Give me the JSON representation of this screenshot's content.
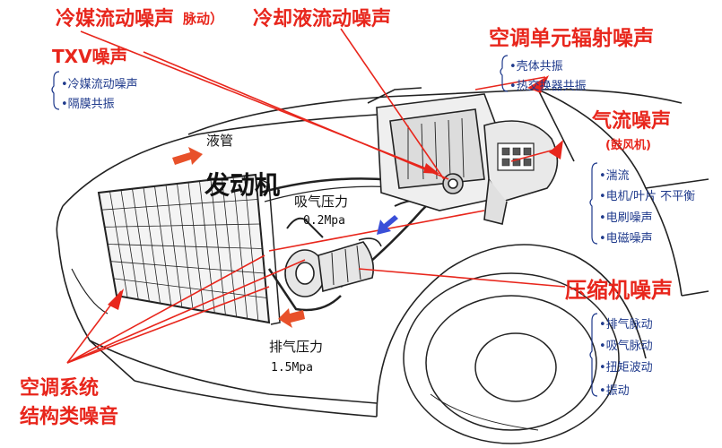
{
  "colors": {
    "label_red": "#e8261c",
    "label_blue": "#1f3a8c",
    "arrow_red": "#e8261c",
    "arrow_orange": "#e8512a",
    "arrow_blue": "#3a4fd8"
  },
  "labels": {
    "refrigerant_flow_noise": "冷媒流动噪声",
    "refrigerant_flow_noise_suffix": "脉动）",
    "coolant_flow_noise": "冷却液流动噪声",
    "hvac_radiated_noise": "空调单元辐射噪声",
    "txv_noise": "TXV噪声",
    "airflow_noise": "气流噪声",
    "blower": "(鼓风机)",
    "compressor_noise": "压缩机噪声",
    "structural_noise_line1": "空调系统",
    "structural_noise_line2": "结构类噪音",
    "liquid_pipe": "液管",
    "engine": "发动机",
    "suction_pressure": "吸气压力",
    "suction_pressure_value": "0.2Mpa",
    "discharge_pressure": "排气压力",
    "discharge_pressure_value": "1.5Mpa"
  },
  "txv_items": [
    "冷媒流动噪声",
    "隔膜共振"
  ],
  "hvac_items": [
    "壳体共振",
    "热交换器共振"
  ],
  "airflow_items": [
    "湍流",
    "电机/叶片 不平衡",
    "电刷噪声",
    "电磁噪声"
  ],
  "compressor_items": [
    "排气脉动",
    "吸气脉动",
    "扭矩波动",
    "振动"
  ]
}
